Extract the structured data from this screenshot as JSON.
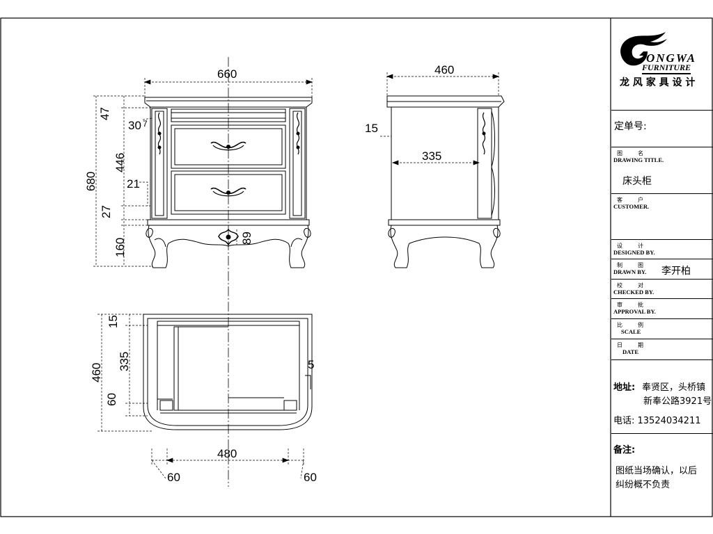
{
  "dimensions": {
    "front_width": "660",
    "front_total_height": "680",
    "front_top": "47",
    "front_30": "30",
    "front_7": "7",
    "front_446": "446",
    "front_21": "21",
    "front_27": "27",
    "front_160": "160",
    "front_89": "89",
    "side_width": "460",
    "side_15": "15",
    "side_335": "335",
    "plan_15": "15",
    "plan_335": "335",
    "plan_460": "460",
    "plan_60": "60",
    "plan_5": "5",
    "plan_480": "480",
    "plan_left_60": "60",
    "plan_right_60": "60"
  },
  "title_block": {
    "logo_text": "ONGWA",
    "logo_sub": "FURNITURE",
    "logo_cn": "龙 风 家 具 设 计",
    "order_no_label": "定单号:",
    "drawing_title_cn": "图    名",
    "drawing_title_en": "DRAWING TITLE.",
    "drawing_title_value": "床头柜",
    "customer_cn": "客    户",
    "customer_en": "CUSTOMER.",
    "designed_cn": "设    计",
    "designed_en": "DESIGNED BY.",
    "drawn_cn": "制    图",
    "drawn_en": "DRAWN  BY.",
    "drawn_value": "李开柏",
    "checked_cn": "校    对",
    "checked_en": "CHECKED BY.",
    "approval_cn": "审    批",
    "approval_en": "APPROVAL BY.",
    "scale_cn": "比    例",
    "scale_en": "SCALE",
    "date_cn": "日    期",
    "date_en": "DATE",
    "address_label": "地址:",
    "address_line1": "奉贤区，头桥镇",
    "address_line2": "新奉公路3921号",
    "phone": "电话: 13524034211",
    "notes_label": "备注:",
    "notes_line1": "图纸当场确认，以后",
    "notes_line2": "纠纷概不负责"
  }
}
